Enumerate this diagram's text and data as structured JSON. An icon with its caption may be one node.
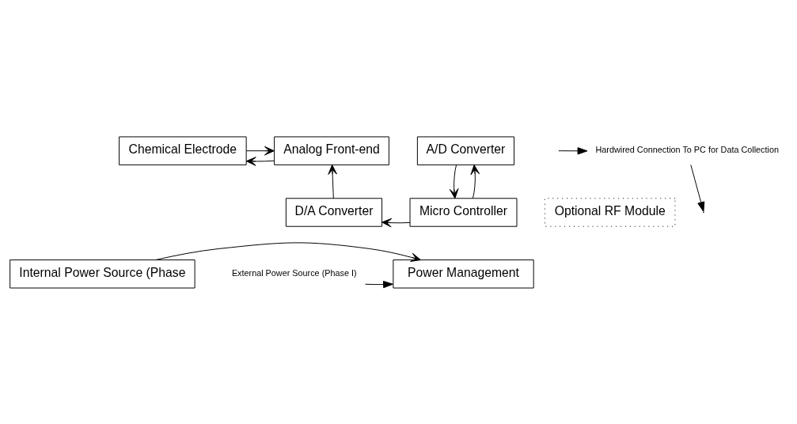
{
  "diagram": {
    "nodes": [
      {
        "text": [
          "Chemical Electrode"
        ]
      },
      {
        "text": [
          "Analog Front-end"
        ]
      },
      {
        "text": [
          "A/D Converter"
        ]
      },
      {
        "text": [
          "Hardwired Connection To PC for Data Collection"
        ]
      },
      {
        "text": [
          "D/A Converter"
        ]
      },
      {
        "text": [
          "Micro Controller"
        ]
      },
      {
        "text": [
          "Optional RF Module"
        ]
      },
      {
        "text": [
          "External Power Source (Phase I)"
        ]
      },
      {
        "text": [
          "Power Management"
        ]
      },
      {
        "text": [
          "Internal Power Source (Phase"
        ]
      }
    ],
    "edges": [
      {
        "from": 1,
        "to": 0,
        "arrow": "to"
      },
      {
        "from": 0,
        "to": 1,
        "arrow": "to"
      },
      {
        "from": 4,
        "to": 1,
        "arrow": "to"
      },
      {
        "from": 5,
        "to": 2,
        "arrow": "to"
      },
      {
        "from": 2,
        "to": 5,
        "arrow": "to"
      },
      {
        "from": 5,
        "to": 4,
        "arrow": "to"
      },
      {
        "from": 3,
        "to": null,
        "arrow": "to"
      },
      {
        "from": null,
        "to": 3,
        "arrow": "to"
      },
      {
        "from": 7,
        "to": 8,
        "arrow": "to"
      },
      {
        "from": 9,
        "to": 8,
        "arrow": "to"
      }
    ]
  }
}
